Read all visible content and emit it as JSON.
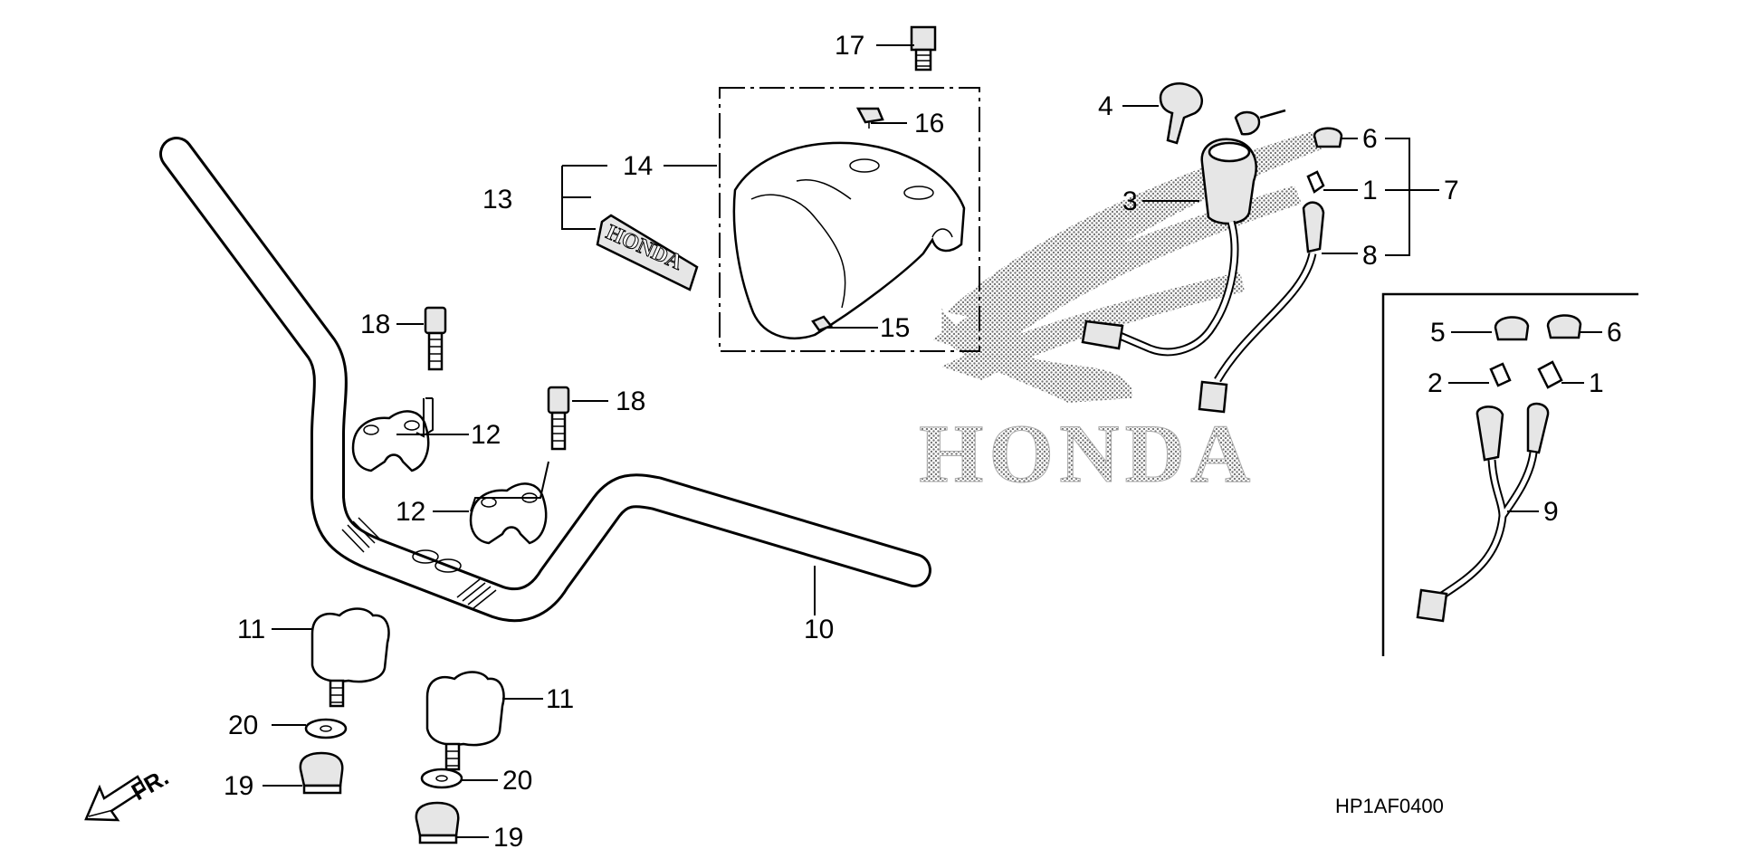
{
  "diagram": {
    "code": "HP1AF0400",
    "direction_label": "FR.",
    "watermark": "HONDA",
    "emblem_text": "HONDA",
    "callouts": {
      "c1a": "1",
      "c1b": "1",
      "c2": "2",
      "c3": "3",
      "c4": "4",
      "c5": "5",
      "c6a": "6",
      "c6b": "6",
      "c7": "7",
      "c8": "8",
      "c9": "9",
      "c10": "10",
      "c11a": "11",
      "c11b": "11",
      "c12a": "12",
      "c12b": "12",
      "c13": "13",
      "c14": "14",
      "c15": "15",
      "c16": "16",
      "c17": "17",
      "c18a": "18",
      "c18b": "18",
      "c19a": "19",
      "c19b": "19",
      "c20a": "20",
      "c20b": "20"
    }
  }
}
